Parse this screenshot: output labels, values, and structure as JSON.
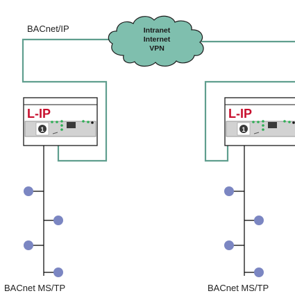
{
  "network_label": "BACnet/IP",
  "cloud": {
    "lines": [
      "Intranet",
      "Internet",
      "VPN"
    ]
  },
  "devices": [
    {
      "title": "L-IP",
      "port_badge": "1"
    },
    {
      "title": "L-IP",
      "port_badge": "1"
    }
  ],
  "bus_labels": [
    "BACnet MS/TP",
    "BACnet MS/TP"
  ],
  "colors": {
    "ip_line": "#5f9e8e",
    "cloud_fill": "#7fbfae",
    "cloud_stroke": "#1a1a1a",
    "device_title": "#c8102e",
    "node": "#7b86c2",
    "led": "#2fae55",
    "bus_line": "#000000"
  },
  "icons": [
    "cloud-icon",
    "din-rail-router-icon",
    "bus-node-icon"
  ]
}
